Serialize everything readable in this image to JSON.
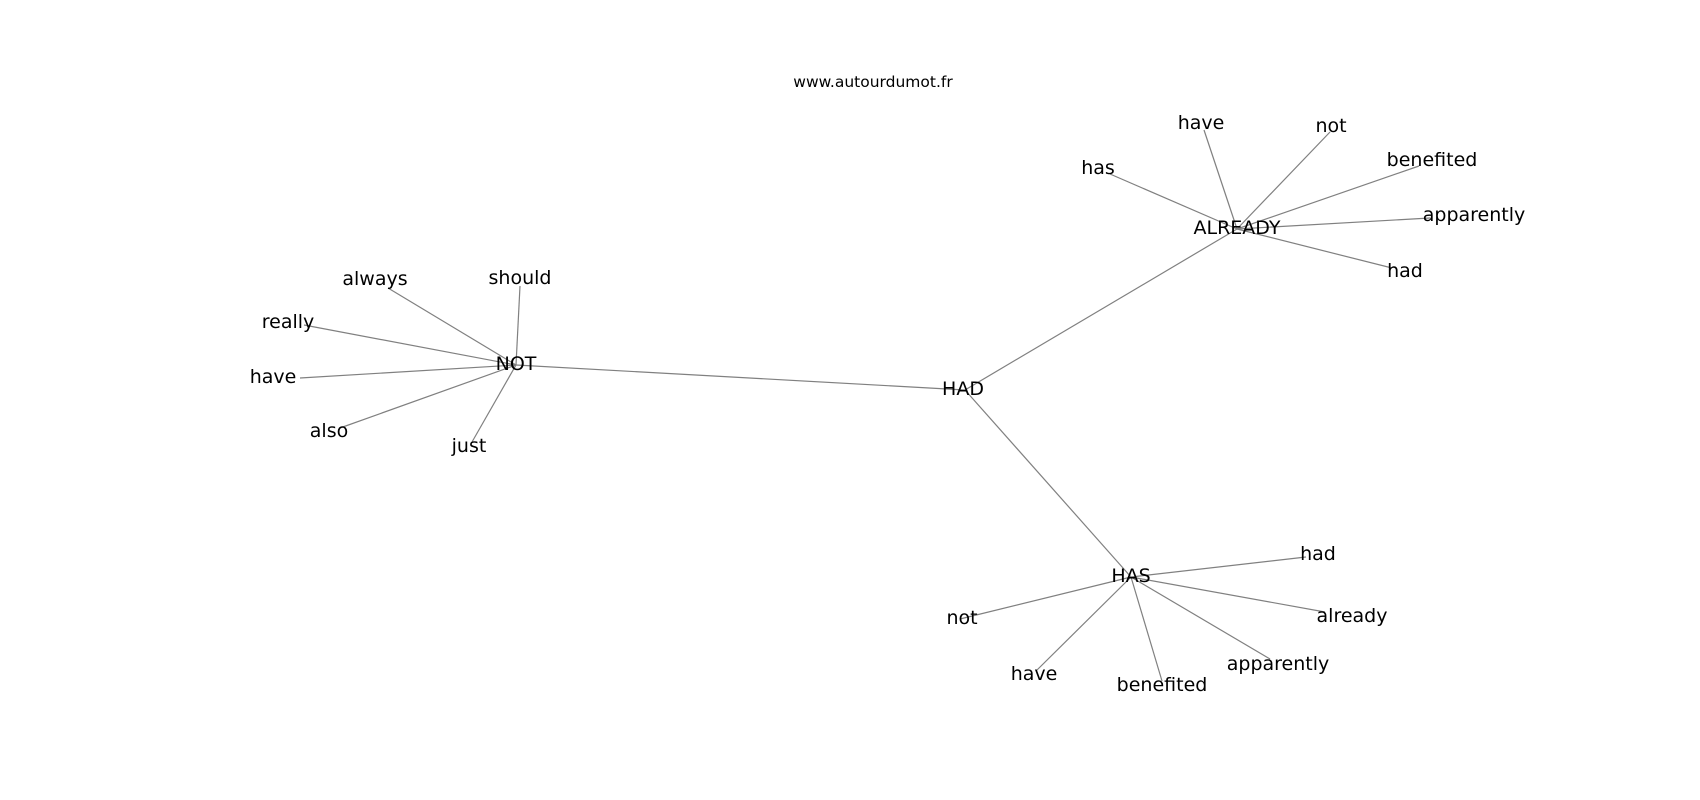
{
  "watermark": "www.autourdumot.fr",
  "graph": {
    "nodes": [
      {
        "id": "had_center",
        "label": "HAD"
      },
      {
        "id": "not_hub",
        "label": "NOT"
      },
      {
        "id": "already_hub",
        "label": "ALREADY"
      },
      {
        "id": "has_hub",
        "label": "HAS"
      },
      {
        "id": "not_always",
        "label": "always"
      },
      {
        "id": "not_should",
        "label": "should"
      },
      {
        "id": "not_really",
        "label": "really"
      },
      {
        "id": "not_have",
        "label": "have"
      },
      {
        "id": "not_also",
        "label": "also"
      },
      {
        "id": "not_just",
        "label": "just"
      },
      {
        "id": "already_has",
        "label": "has"
      },
      {
        "id": "already_have",
        "label": "have"
      },
      {
        "id": "already_not",
        "label": "not"
      },
      {
        "id": "already_benefited",
        "label": "benefited"
      },
      {
        "id": "already_apparently",
        "label": "apparently"
      },
      {
        "id": "already_had",
        "label": "had"
      },
      {
        "id": "has_had",
        "label": "had"
      },
      {
        "id": "has_already",
        "label": "already"
      },
      {
        "id": "has_not",
        "label": "not"
      },
      {
        "id": "has_apparently",
        "label": "apparently"
      },
      {
        "id": "has_have",
        "label": "have"
      },
      {
        "id": "has_benefited",
        "label": "benefited"
      }
    ],
    "edges": [
      [
        "had_center",
        "not_hub"
      ],
      [
        "had_center",
        "already_hub"
      ],
      [
        "had_center",
        "has_hub"
      ],
      [
        "not_hub",
        "not_always"
      ],
      [
        "not_hub",
        "not_should"
      ],
      [
        "not_hub",
        "not_really"
      ],
      [
        "not_hub",
        "not_have"
      ],
      [
        "not_hub",
        "not_also"
      ],
      [
        "not_hub",
        "not_just"
      ],
      [
        "already_hub",
        "already_has"
      ],
      [
        "already_hub",
        "already_have"
      ],
      [
        "already_hub",
        "already_not"
      ],
      [
        "already_hub",
        "already_benefited"
      ],
      [
        "already_hub",
        "already_apparently"
      ],
      [
        "already_hub",
        "already_had"
      ],
      [
        "has_hub",
        "has_had"
      ],
      [
        "has_hub",
        "has_already"
      ],
      [
        "has_hub",
        "has_not"
      ],
      [
        "has_hub",
        "has_apparently"
      ],
      [
        "has_hub",
        "has_have"
      ],
      [
        "has_hub",
        "has_benefited"
      ]
    ]
  }
}
